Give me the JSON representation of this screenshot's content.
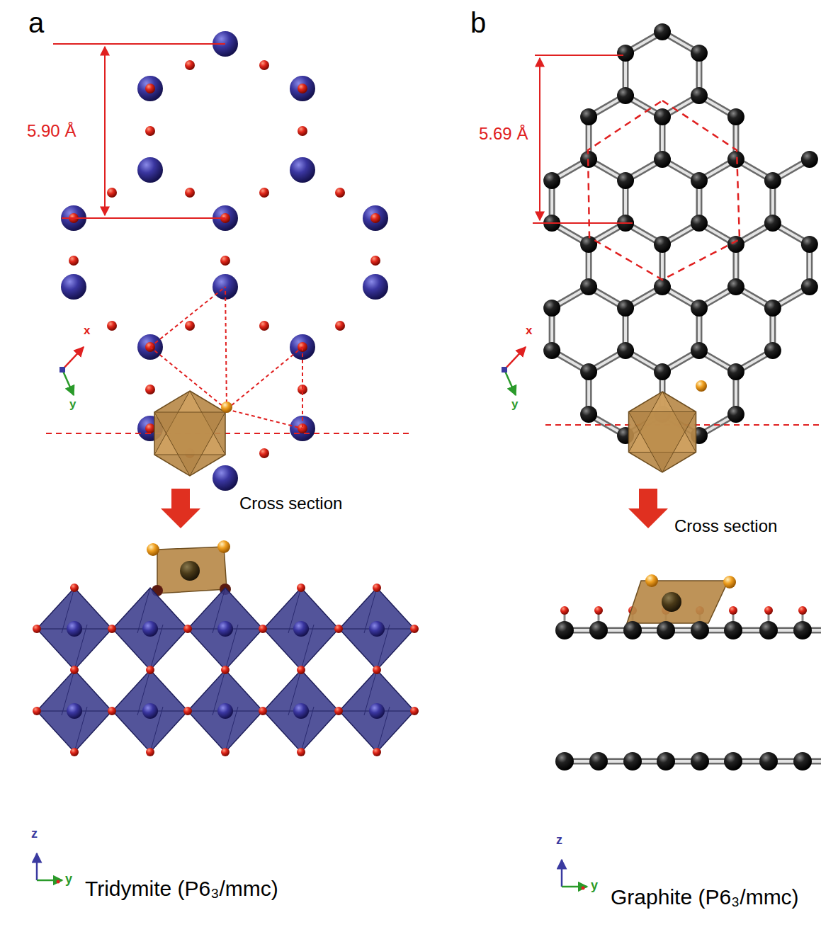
{
  "diagram": {
    "labels": [
      "a",
      "5.90 Å",
      "x",
      "y",
      "Cross section",
      "z",
      "y",
      "Tridymite (P6₃/mmc)",
      "b",
      "5.69 Å",
      "x",
      "y",
      "Cross section",
      "z",
      "y",
      "Graphite (P6₃/mmc)"
    ]
  }
}
